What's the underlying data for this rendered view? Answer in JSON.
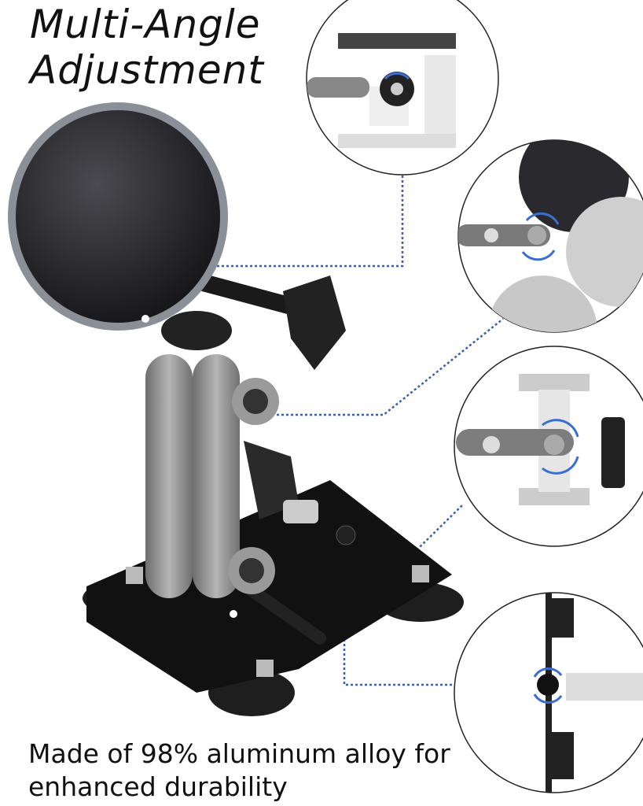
{
  "heading": {
    "line1": "Multi-Angle",
    "line2": "Adjustment"
  },
  "caption": {
    "line1": "Made of 98% aluminum alloy for",
    "line2": "enhanced durability"
  },
  "colors": {
    "callout_line": "#3a5fb0",
    "mount_metal": "#8a8a8a",
    "base": "#1a1a1a"
  }
}
